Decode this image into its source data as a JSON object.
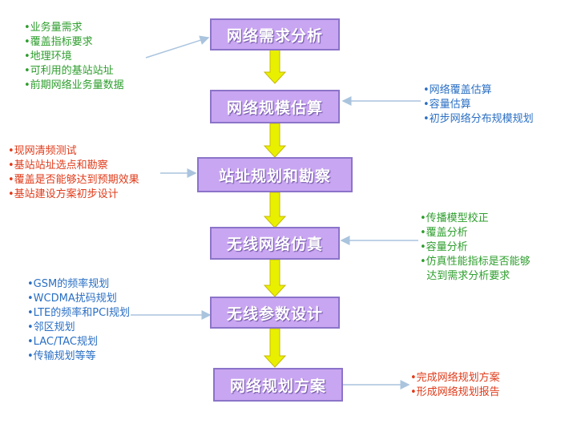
{
  "steps": [
    "网络需求分析",
    "网络规模估算",
    "站址规划和勘察",
    "无线网络仿真",
    "无线参数设计",
    "网络规划方案"
  ],
  "notes": {
    "demand_inputs": [
      "•业务量需求",
      "•覆盖指标要求",
      "•地理环境",
      "•可利用的基站站址",
      "•前期网络业务量数据"
    ],
    "scale_outputs": [
      "•网络覆盖估算",
      "•容量估算",
      "•初步网络分布规模规划"
    ],
    "site_tasks": [
      "•现网清频测试",
      "•基站站址选点和勘察",
      "•覆盖是否能够达到预期效果",
      "•基站建设方案初步设计"
    ],
    "simulation_tasks": [
      "•传播模型校正",
      "•覆盖分析",
      "•容量分析",
      "•仿真性能指标是否能够",
      "  达到需求分析要求"
    ],
    "parameter_tasks": [
      "•GSM的频率规划",
      "•WCDMA扰码规划",
      "•LTE的频率和PCI规划",
      "•邻区规划",
      "•LAC/TAC规划",
      "•传输规划等等"
    ],
    "plan_outputs": [
      "•完成网络规划方案",
      "•形成网络规划报告"
    ]
  },
  "colors": {
    "box_fill": "#c9a6f2",
    "box_border": "#8b74c9",
    "flow_arrow": "#e8f000",
    "green_text": "#2e9e2e",
    "blue_text": "#2a6fc4",
    "red_text": "#e03b1a"
  }
}
